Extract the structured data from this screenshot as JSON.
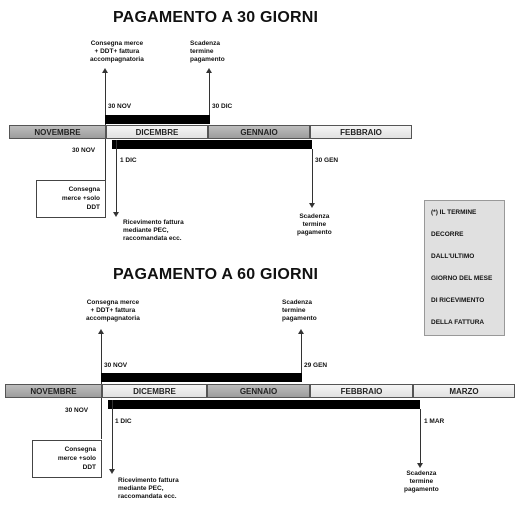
{
  "diagram_30": {
    "title": "PAGAMENTO A 30 GIORNI",
    "months": [
      "NOVEMBRE",
      "DICEMBRE",
      "GENNAIO",
      "FEBBRAIO"
    ],
    "consegna_label": "Consegna merce\n+ DDT+ fattura\naccompagnatoria",
    "scadenza_top_label": "Scadenza\ntermine\npagamento",
    "date_30nov_top": "30  NOV",
    "date_30dic": "30 DIC",
    "date_30nov_left": "30  NOV",
    "date_1dic": "1 DIC",
    "date_end": "30 GEN",
    "box_text": "Consegna\nmerce +solo\nDDT",
    "ricevimento_label": "Ricevimento fattura\nmediante PEC,\nraccomandata ecc.",
    "scadenza_bottom_label": "Scadenza\ntermine\npagamento"
  },
  "diagram_60": {
    "title": "PAGAMENTO A 60 GIORNI",
    "months": [
      "NOVEMBRE",
      "DICEMBRE",
      "GENNAIO",
      "FEBBRAIO",
      "MARZO"
    ],
    "consegna_label": "Consegna merce\n+ DDT+ fattura\naccompagnatoria",
    "scadenza_top_label": "Scadenza\ntermine\npagamento",
    "date_30nov_top": "30  NOV",
    "date_29gen": "29 GEN",
    "date_30nov_left": "30  NOV",
    "date_1dic": "1 DIC",
    "date_end": "1 MAR",
    "box_text": "Consegna\nmerce +solo\nDDT",
    "ricevimento_label": "Ricevimento fattura\nmediante PEC,\nraccomandata ecc.",
    "scadenza_bottom_label": "Scadenza\ntermine\npagamento"
  },
  "note": {
    "lines": [
      "(*) IL TERMINE",
      "DECORRE",
      "DALL'ULTIMO",
      "GIORNO DEL MESE",
      "DI RICEVIMENTO",
      "DELLA FATTURA"
    ]
  }
}
